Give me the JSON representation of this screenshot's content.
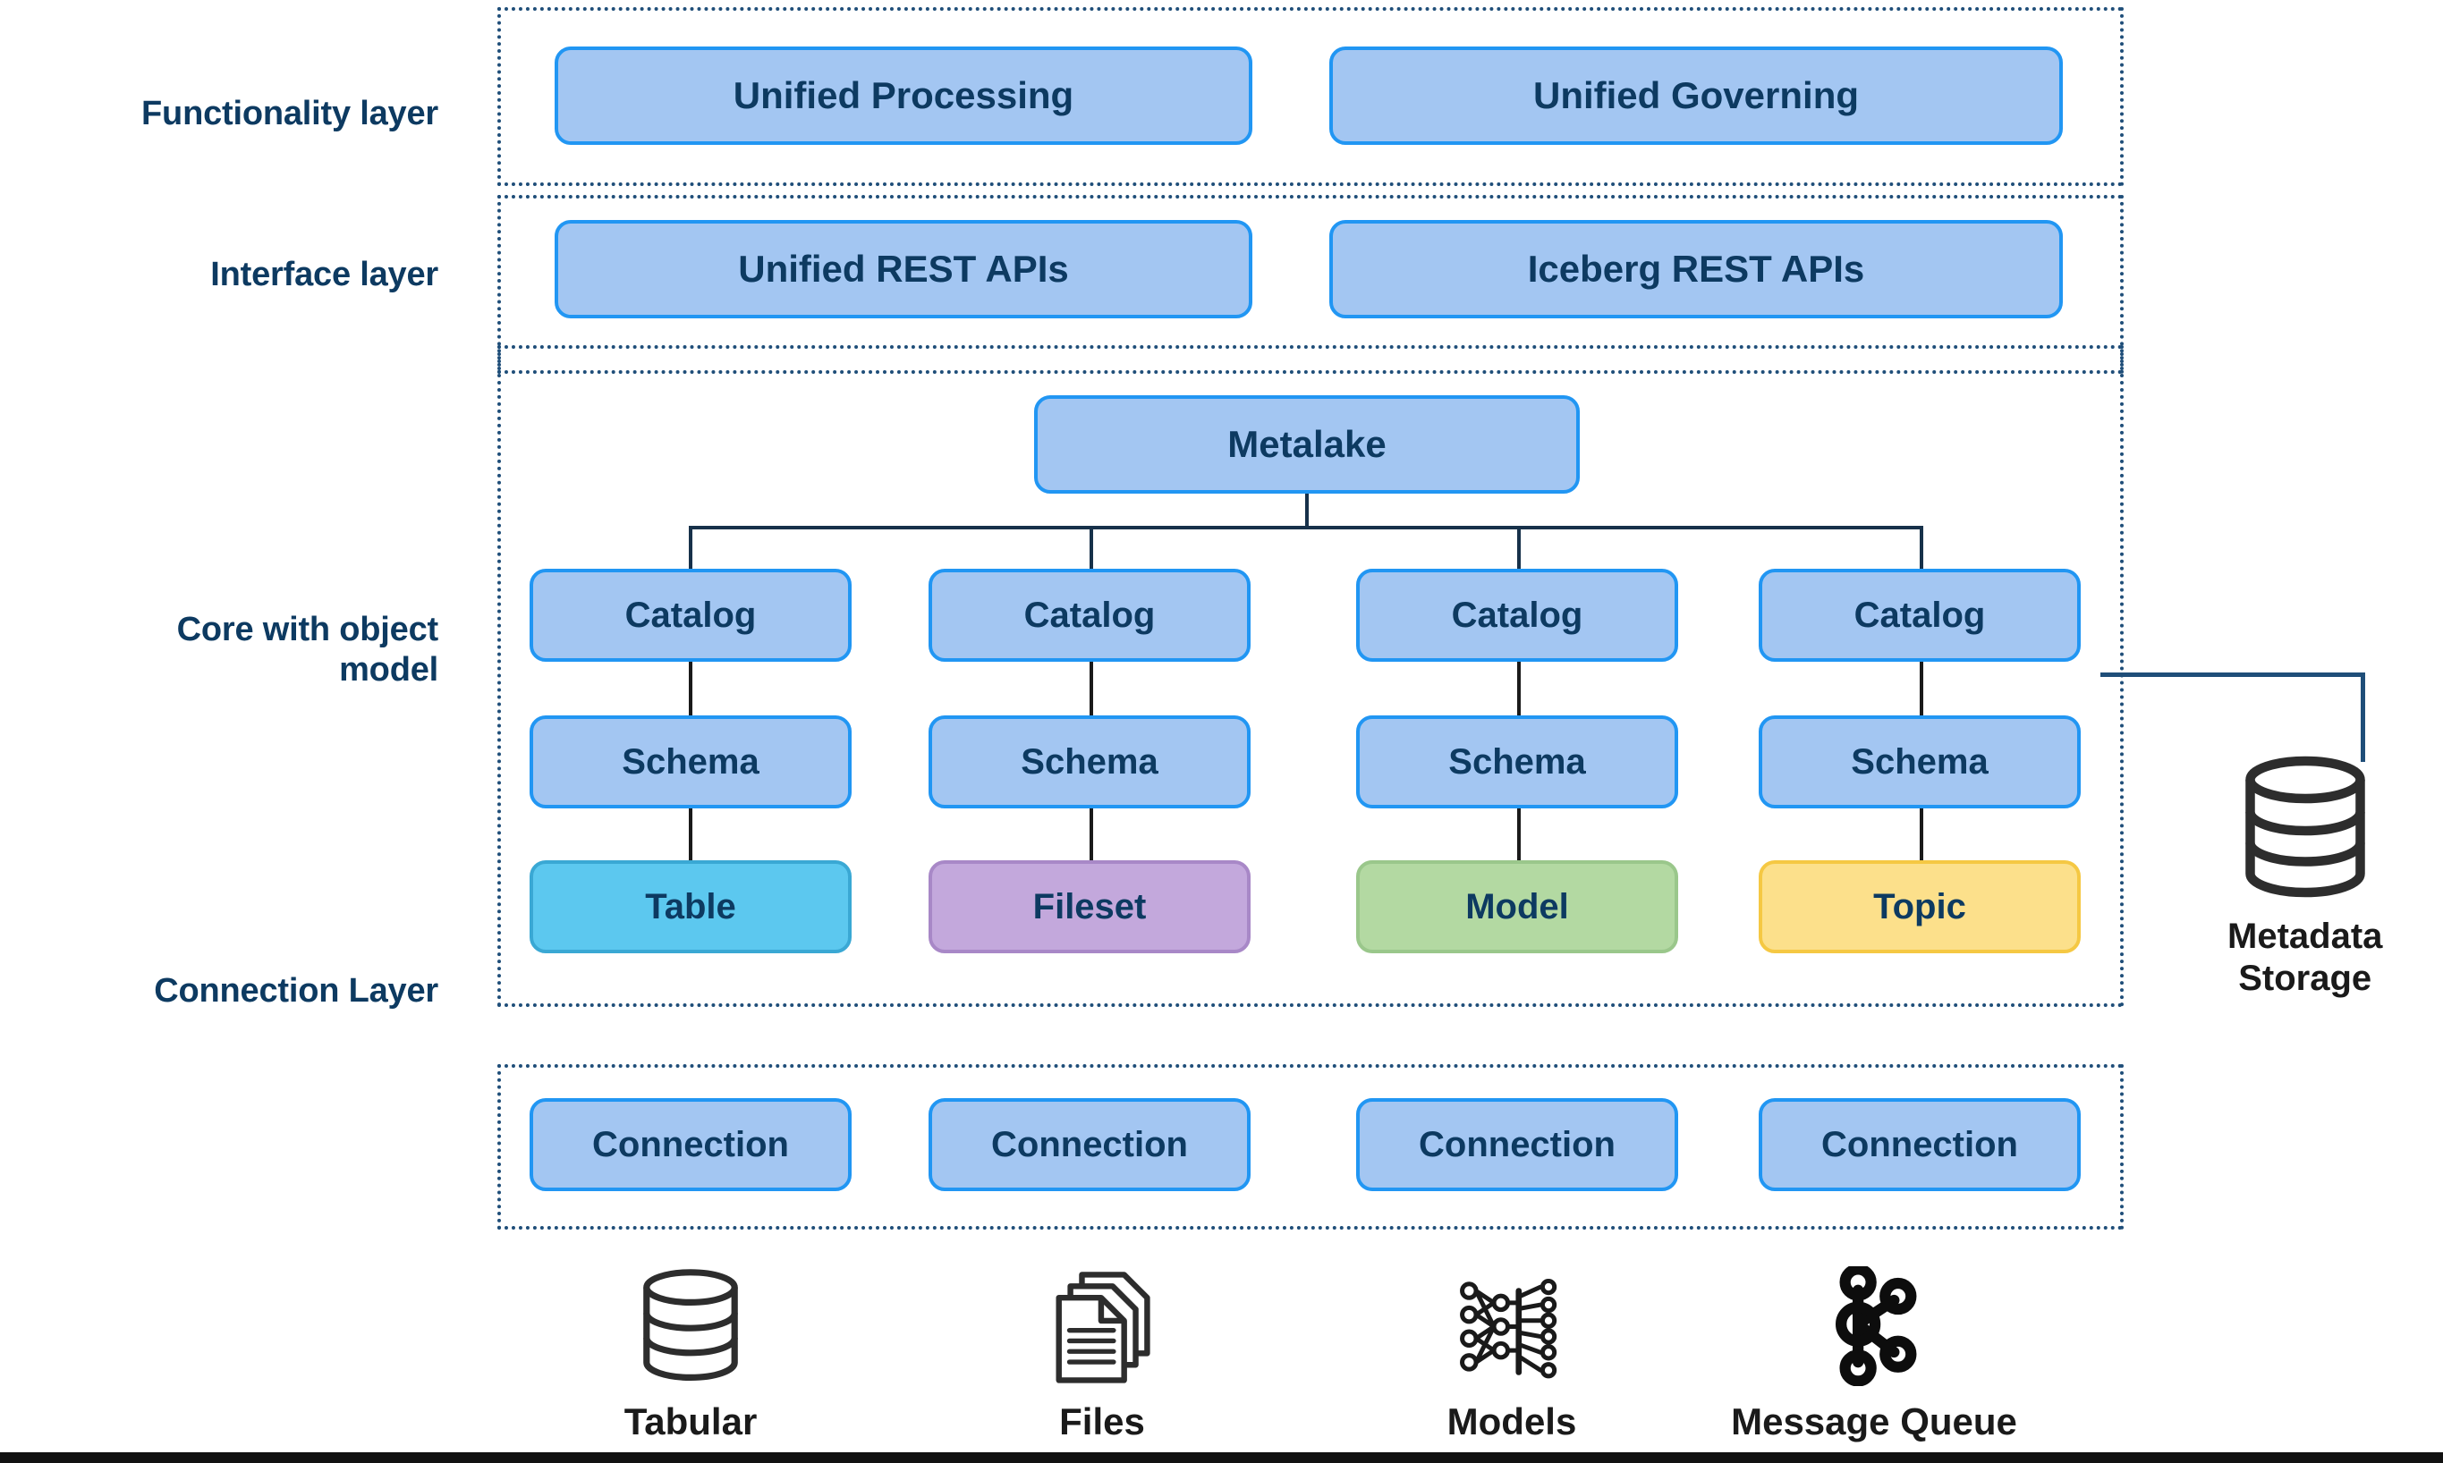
{
  "diagram": {
    "title": "Gravitino layered architecture",
    "colors": {
      "box_fill": "#a3c6f2",
      "box_border": "#2196f3",
      "text": "#0d3a61",
      "dotted_border": "#1f4e79",
      "connector": "#17314a",
      "table_fill": "#5cc8ef",
      "fileset_fill": "#c3a8dc",
      "model_fill": "#b3d9a2",
      "topic_fill": "#fce08b"
    }
  },
  "layer_labels": {
    "functionality": "Functionality layer",
    "interface": "Interface layer",
    "core": "Core with object\nmodel",
    "core_line1": "Core with object",
    "core_line2": "model",
    "connection": "Connection Layer"
  },
  "functionality_layer": {
    "boxes": [
      {
        "label": "Unified Processing"
      },
      {
        "label": "Unified Governing"
      }
    ]
  },
  "interface_layer": {
    "boxes": [
      {
        "label": "Unified REST APIs"
      },
      {
        "label": "Iceberg REST APIs"
      }
    ]
  },
  "core_layer": {
    "root": {
      "label": "Metalake"
    },
    "columns": [
      {
        "catalog": "Catalog",
        "schema": "Schema",
        "leaf": "Table",
        "leaf_color": "cyan"
      },
      {
        "catalog": "Catalog",
        "schema": "Schema",
        "leaf": "Fileset",
        "leaf_color": "purple"
      },
      {
        "catalog": "Catalog",
        "schema": "Schema",
        "leaf": "Model",
        "leaf_color": "green"
      },
      {
        "catalog": "Catalog",
        "schema": "Schema",
        "leaf": "Topic",
        "leaf_color": "yellow"
      }
    ]
  },
  "connection_layer": {
    "boxes": [
      {
        "label": "Connection"
      },
      {
        "label": "Connection"
      },
      {
        "label": "Connection"
      },
      {
        "label": "Connection"
      }
    ]
  },
  "metadata_storage": {
    "caption": "Metadata\nStorage",
    "icon": "database-cylinder-icon"
  },
  "sources": [
    {
      "label": "Tabular",
      "icon": "database-cylinder-icon"
    },
    {
      "label": "Files",
      "icon": "stacked-documents-icon"
    },
    {
      "label": "Models",
      "icon": "neural-network-icon"
    },
    {
      "label": "Message Queue",
      "icon": "node-graph-icon"
    }
  ]
}
